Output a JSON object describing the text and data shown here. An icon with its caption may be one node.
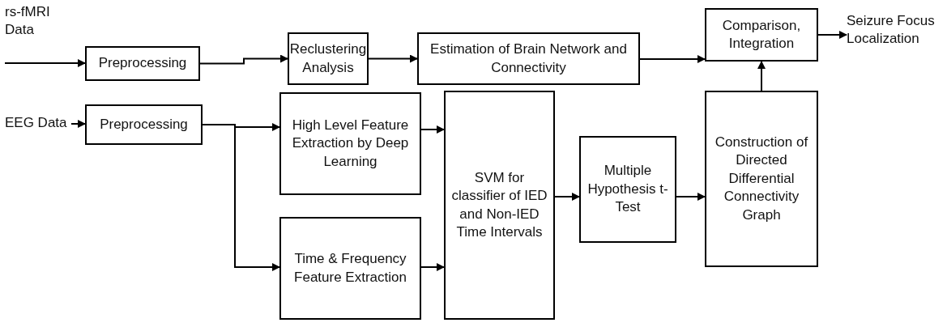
{
  "diagram": {
    "nodes": [
      {
        "text": [
          "rs-fMRI Data"
        ]
      },
      {
        "text": [
          "Preprocessing"
        ]
      },
      {
        "text": [
          "Reclustering Analysis"
        ]
      },
      {
        "text": [
          "Estimation of Brain Network and Connectivity"
        ]
      },
      {
        "text": [
          "Comparison, Integration"
        ]
      },
      {
        "text": [
          "Seizure Focus Localization"
        ]
      },
      {
        "text": [
          "EEG Data"
        ]
      },
      {
        "text": [
          "Preprocessing"
        ]
      },
      {
        "text": [
          "High Level Feature Extraction by Deep Learning"
        ]
      },
      {
        "text": [
          "Time & Frequency Feature Extraction"
        ]
      },
      {
        "text": [
          "SVM for classifier of IED and Non-IED Time Intervals"
        ]
      },
      {
        "text": [
          "Multiple Hypothesis t-Test"
        ]
      },
      {
        "text": [
          "Construction of Directed Differential Connectivity Graph"
        ]
      }
    ],
    "edges": [
      {
        "from": 0,
        "to": 1,
        "arrow": "to"
      },
      {
        "from": 1,
        "to": 2,
        "arrow": "to"
      },
      {
        "from": 2,
        "to": 3,
        "arrow": "to"
      },
      {
        "from": 3,
        "to": 4,
        "arrow": "to"
      },
      {
        "from": 4,
        "to": 5,
        "arrow": "to"
      },
      {
        "from": 6,
        "to": 7,
        "arrow": "to"
      },
      {
        "from": 7,
        "to": 8,
        "arrow": "to"
      },
      {
        "from": 7,
        "to": 9,
        "arrow": "to"
      },
      {
        "from": 8,
        "to": 10,
        "arrow": "to"
      },
      {
        "from": 9,
        "to": 10,
        "arrow": "to"
      },
      {
        "from": 10,
        "to": 11,
        "arrow": "to"
      },
      {
        "from": 11,
        "to": 12,
        "arrow": "to"
      },
      {
        "from": 12,
        "to": 4,
        "arrow": "to"
      }
    ]
  }
}
